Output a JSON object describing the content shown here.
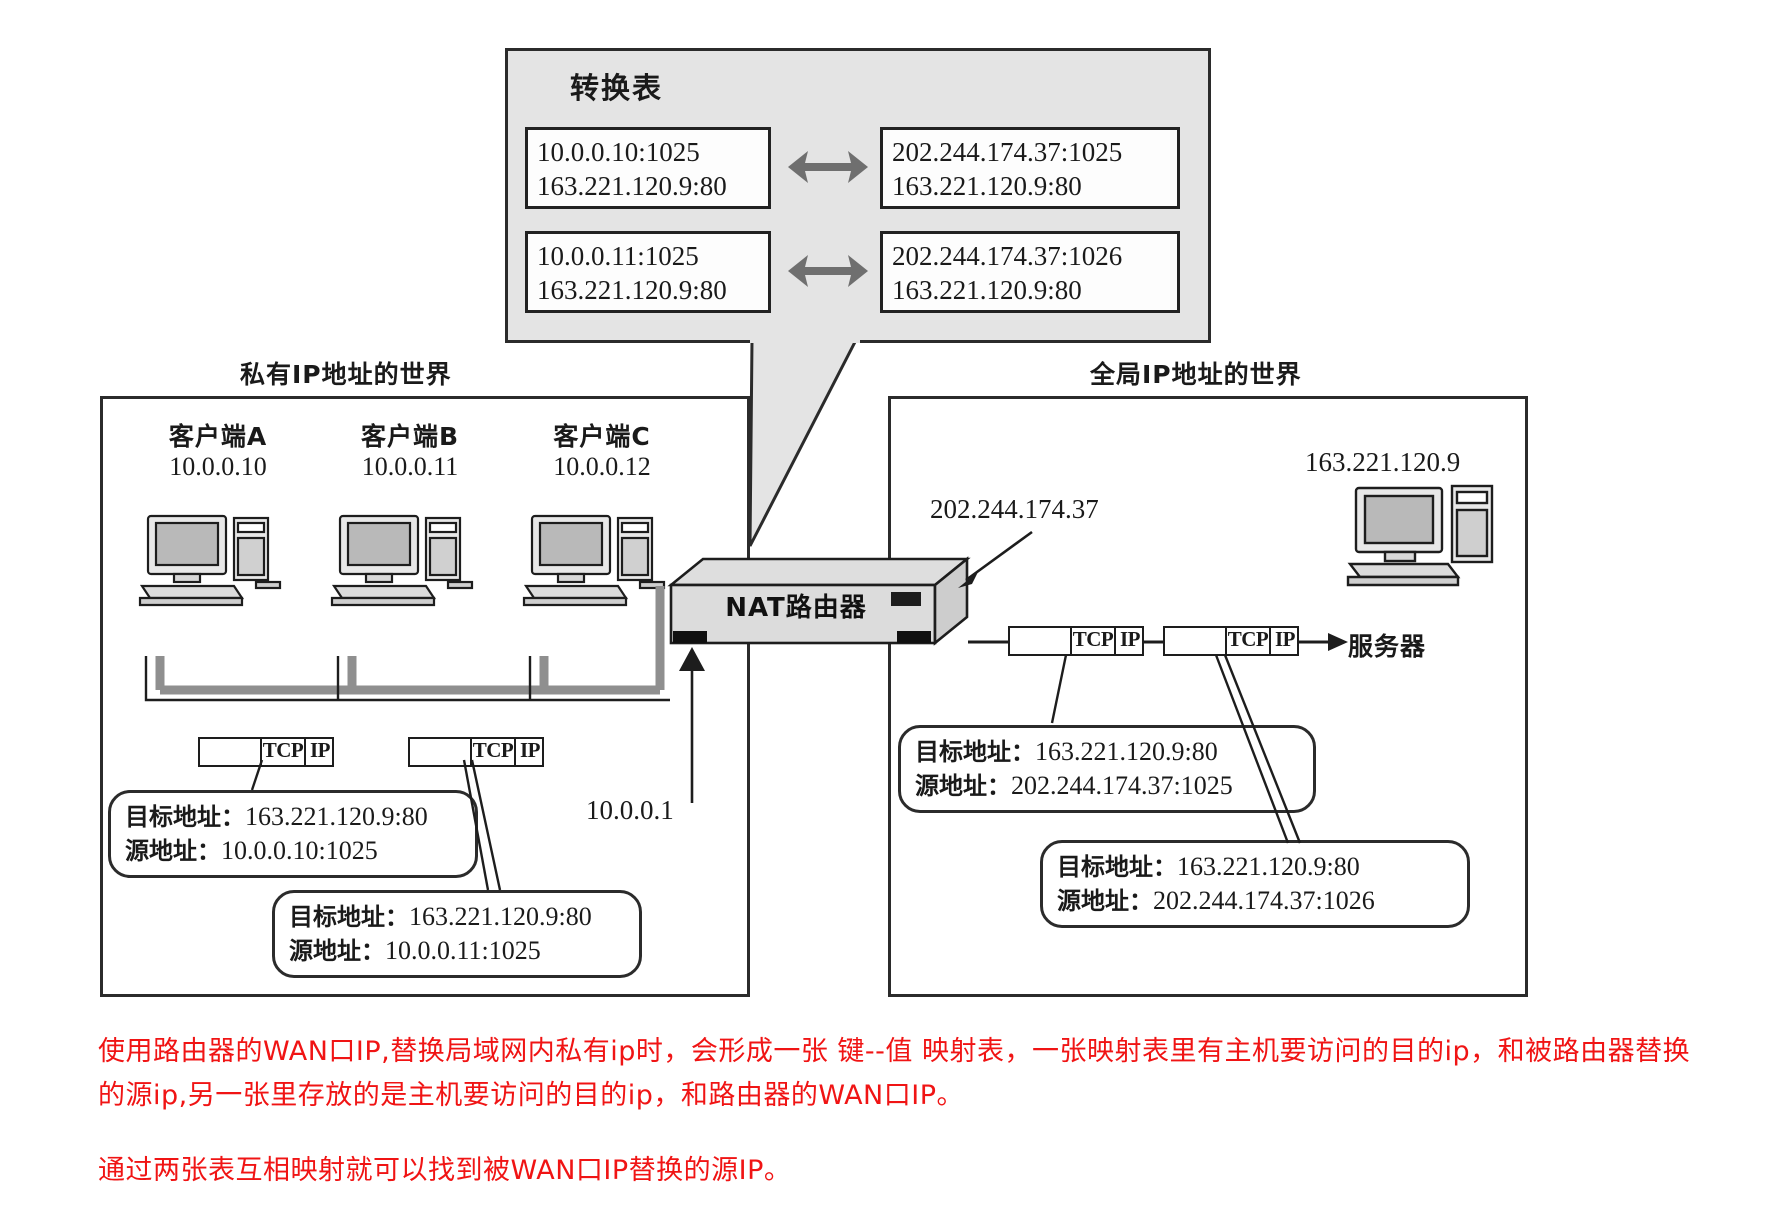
{
  "translation_table": {
    "title": "转换表",
    "rows": [
      {
        "private": {
          "line1": "10.0.0.10:1025",
          "line2": "163.221.120.9:80"
        },
        "global": {
          "line1": "202.244.174.37:1025",
          "line2": "163.221.120.9:80"
        },
        "arrow": "double-arrow-icon"
      },
      {
        "private": {
          "line1": "10.0.0.11:1025",
          "line2": "163.221.120.9:80"
        },
        "global": {
          "line1": "202.244.174.37:1026",
          "line2": "163.221.120.9:80"
        },
        "arrow": "double-arrow-icon"
      }
    ]
  },
  "worlds": {
    "private_label": "私有IP地址的世界",
    "global_label": "全局IP地址的世界"
  },
  "clients": [
    {
      "name": "客户端A",
      "ip": "10.0.0.10"
    },
    {
      "name": "客户端B",
      "ip": "10.0.0.11"
    },
    {
      "name": "客户端C",
      "ip": "10.0.0.12"
    }
  ],
  "router": {
    "label": "NAT路由器",
    "wan_ip": "202.244.174.37",
    "lan_ip": "10.0.0.1"
  },
  "server": {
    "ip": "163.221.120.9",
    "label": "服务器"
  },
  "packets": {
    "tcp": "TCP",
    "ip": "IP"
  },
  "speech_boxes": {
    "private_1": {
      "dest_label": "目标地址：",
      "dest_value": "163.221.120.9:80",
      "src_label": "源地址：",
      "src_value": "10.0.0.10:1025"
    },
    "private_2": {
      "dest_label": "目标地址：",
      "dest_value": "163.221.120.9:80",
      "src_label": "源地址：",
      "src_value": "10.0.0.11:1025"
    },
    "global_1": {
      "dest_label": "目标地址：",
      "dest_value": "163.221.120.9:80",
      "src_label": "源地址：",
      "src_value": "202.244.174.37:1025"
    },
    "global_2": {
      "dest_label": "目标地址：",
      "dest_value": "163.221.120.9:80",
      "src_label": "源地址：",
      "src_value": "202.244.174.37:1026"
    }
  },
  "annotations": {
    "color": "#f01414",
    "paragraph_1": "使用路由器的WAN口IP,替换局域网内私有ip时，会形成一张 键--值 映射表，一张映射表里有主机要访问的目的ip，和被路由器替换的源ip,另一张里存放的是主机要访问的目的ip，和路由器的WAN口IP。",
    "paragraph_2": "通过两张表互相映射就可以找到被WAN口IP替换的源IP。"
  }
}
